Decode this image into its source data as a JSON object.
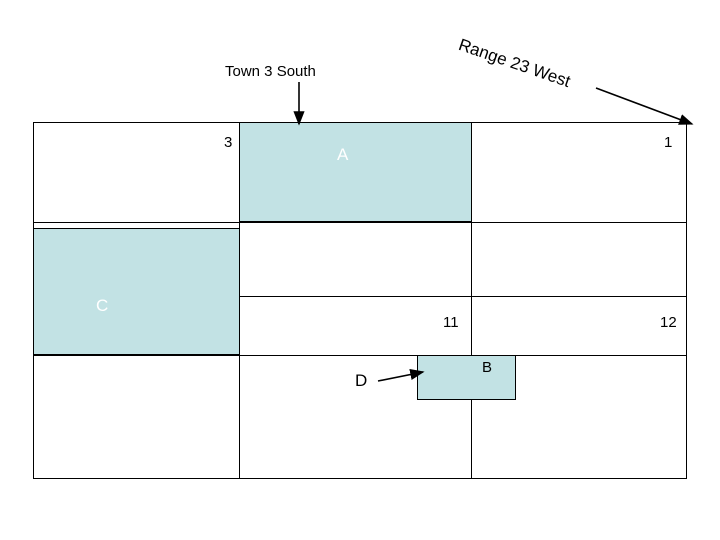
{
  "diagram": {
    "title_labels": {
      "town": "Town 3 South",
      "range": "Range 23 West"
    },
    "section_numbers": {
      "top_left": "3",
      "top_right": "1",
      "mid_left": "11",
      "mid_right": "12"
    },
    "parcels": [
      {
        "id": "A",
        "label": "A",
        "fill": "#c2e2e4",
        "text_color": "#ffffff"
      },
      {
        "id": "B",
        "label": "B",
        "fill": "#c2e2e4",
        "text_color": "#000000"
      },
      {
        "id": "C",
        "label": "C",
        "fill": "#c2e2e4",
        "text_color": "#ffffff"
      },
      {
        "id": "D",
        "label": "D",
        "fill": "none",
        "text_color": "#000000"
      }
    ],
    "colors": {
      "parcel_fill": "#c2e2e4",
      "line": "#000000",
      "background": "#ffffff"
    },
    "arrows": [
      {
        "name": "town-arrow",
        "from": "Town 3 South label",
        "to": "section grid top edge"
      },
      {
        "name": "range-arrow",
        "from": "Range 23 West label",
        "to": "grid right side"
      },
      {
        "name": "d-arrow",
        "from": "D label",
        "to": "parcel B"
      }
    ]
  }
}
